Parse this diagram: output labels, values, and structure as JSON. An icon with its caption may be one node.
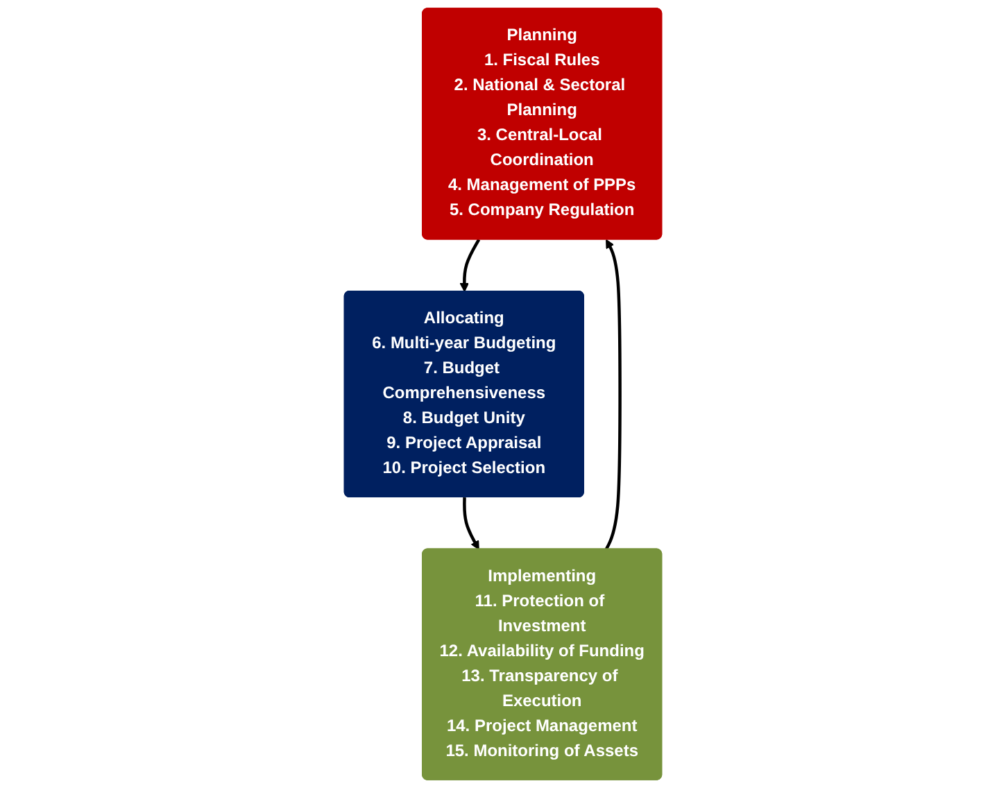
{
  "diagram": {
    "nodes": [
      {
        "text": [
          "Planning",
          "1. Fiscal Rules",
          "2. National & Sectoral Planning",
          "3. Central-Local Coordination",
          "4. Management of PPPs",
          "5. Company Regulation"
        ]
      },
      {
        "text": [
          "Allocating",
          "6. Multi-year Budgeting",
          "7. Budget Comprehensiveness",
          "8. Budget Unity",
          "9. Project Appraisal",
          "10. Project Selection"
        ]
      },
      {
        "text": [
          "Implementing",
          "11. Protection of Investment",
          "12. Availability of Funding",
          "13. Transparency of Execution",
          "14. Project Management",
          "15. Monitoring of Assets"
        ]
      }
    ],
    "edges": [
      {
        "from": 0,
        "to": 1,
        "arrow": "to"
      },
      {
        "from": 1,
        "to": 2,
        "arrow": "to"
      },
      {
        "from": 2,
        "to": 0,
        "arrow": "to"
      }
    ]
  }
}
